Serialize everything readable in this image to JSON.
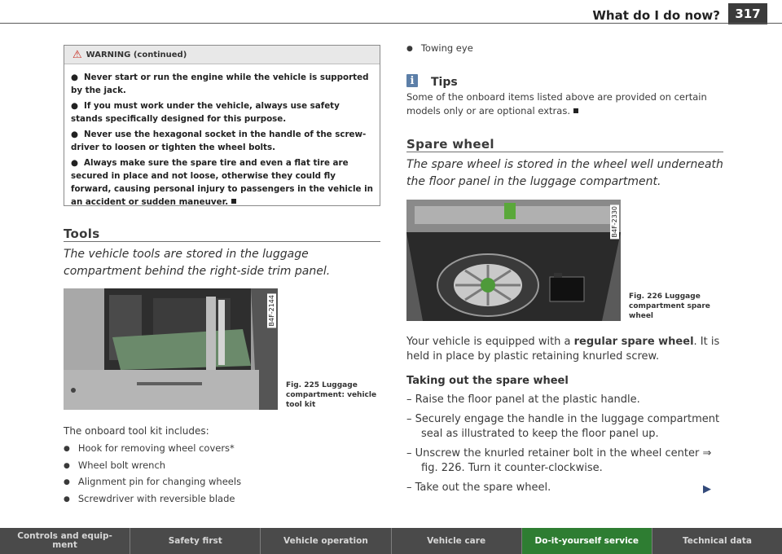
{
  "header": {
    "title": "What do I do now?",
    "page_number": "317"
  },
  "warning": {
    "heading": "WARNING (continued)",
    "items": [
      "Never start or run the engine while the vehicle is supported by the jack.",
      "If you must work under the vehicle, always use safety stands specifically designed for this purpose.",
      "Never use the hexagonal socket in the handle of the screw-driver to loosen or tighten the wheel bolts.",
      "Always make sure the spare tire and even a flat tire are secured in place and not loose, otherwise they could fly forward, causing personal injury to passengers in the vehicle in an accident or sudden maneuver."
    ]
  },
  "tools": {
    "title": "Tools",
    "intro": "The vehicle tools are stored in the luggage compartment behind the right-side trim panel.",
    "figure": {
      "id": "B4F-2144",
      "caption": "Fig. 225  Luggage compartment: vehicle tool kit"
    },
    "kit_intro": "The onboard tool kit includes:",
    "kit_items": [
      "Hook for removing wheel covers*",
      "Wheel bolt wrench",
      "Alignment pin for changing wheels",
      "Screwdriver with reversible blade"
    ]
  },
  "right_top": {
    "bullet": "Towing eye"
  },
  "tips": {
    "title": "Tips",
    "text": "Some of the onboard items listed above are provided on certain models only or are optional extras."
  },
  "spare": {
    "title": "Spare wheel",
    "intro": "The spare wheel is stored in the wheel well underneath the floor panel in the luggage compartment.",
    "figure": {
      "id": "B4F-2330",
      "caption": "Fig. 226  Luggage compartment spare wheel"
    },
    "body_prefix": "Your vehicle is equipped with a ",
    "body_bold": "regular spare wheel",
    "body_suffix": ". It is held in place by plastic retaining knurled screw.",
    "sub_title": "Taking out the spare wheel",
    "steps": [
      "– Raise the floor panel at the plastic handle.",
      "– Securely engage the handle in the luggage compartment seal as illustrated to keep the floor panel up.",
      "– Unscrew the knurled retainer bolt in the wheel center ⇒ fig. 226. Turn it counter-clockwise.",
      "– Take out the spare wheel."
    ]
  },
  "nav": {
    "items": [
      "Controls and equip-\nment",
      "Safety first",
      "Vehicle operation",
      "Vehicle care",
      "Do-it-yourself service",
      "Technical data"
    ],
    "active_index": 4
  },
  "colors": {
    "active_nav": "#2e7d32",
    "nav": "#4a4a4a",
    "warning_icon": "#c7281c",
    "tips_icon": "#5c7fa8"
  }
}
